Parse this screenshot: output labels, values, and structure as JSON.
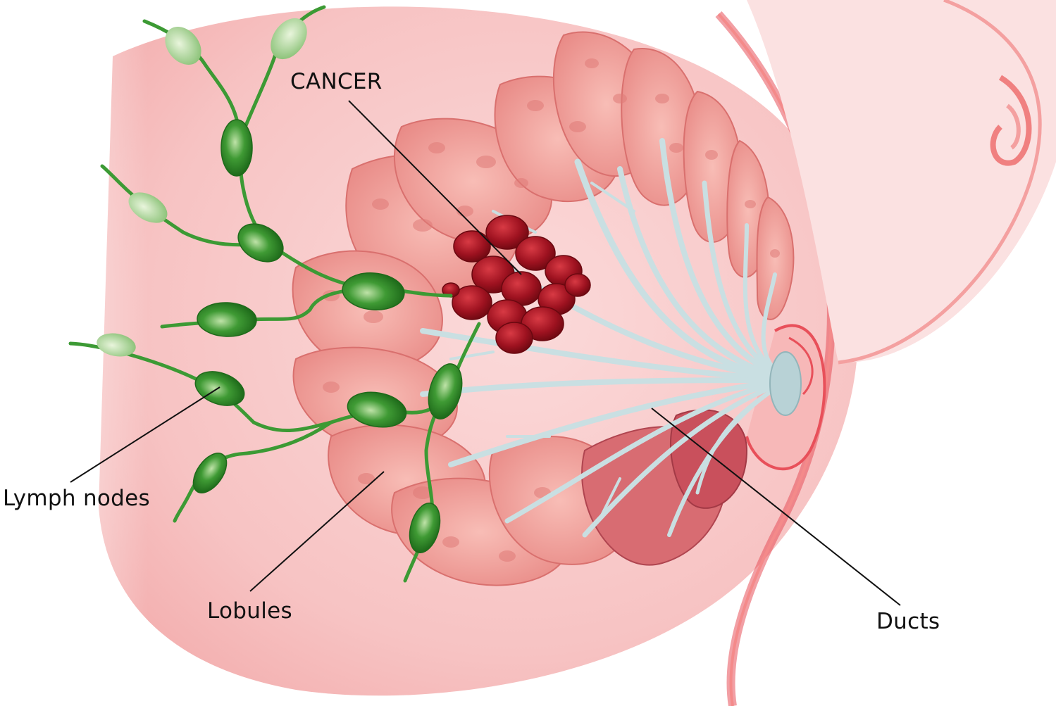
{
  "labels": {
    "cancer": "CANCER",
    "lymph_nodes": "Lymph nodes",
    "lobules": "Lobules",
    "ducts": "Ducts"
  },
  "colors": {
    "skin": "#f9cfcf",
    "skin_edge": "#e8505a",
    "lobule": "#f2a9a4",
    "lobule_edge": "#d9706e",
    "duct": "#c9dfe2",
    "tumor": "#9e1220",
    "lymph_node": "#2f8a2a",
    "lymph_vessel": "#3c9a34"
  }
}
